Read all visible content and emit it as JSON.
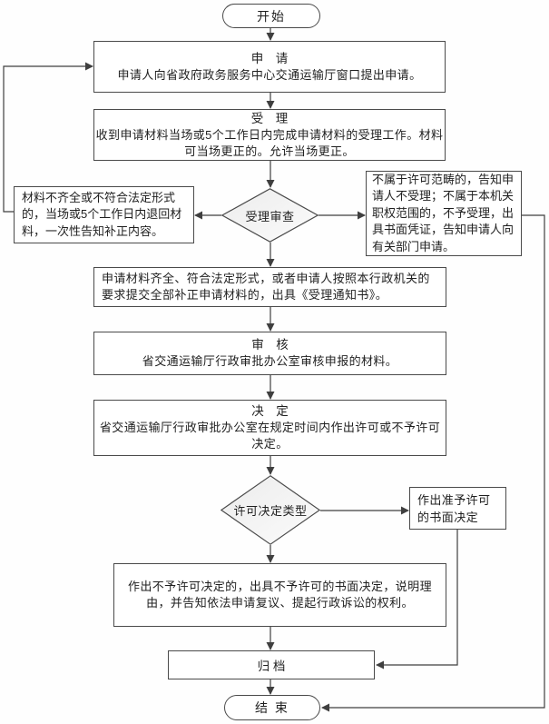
{
  "flow": {
    "start_label": "开始",
    "apply": {
      "title": "申　请",
      "body": "申请人向省政府政务服务中心交通运输厅窗口提出申请。"
    },
    "accept": {
      "title": "受　理",
      "body": "收到申请材料当场或5个工作日内完成申请材料的受理工作。材料可当场更正的。允许当场更正。"
    },
    "review_check_label": "受理审查",
    "incomplete_text": "材料不齐全或不符合法定形式的，当场或5个工作日内退回材料，一次性告知补正内容。",
    "not_in_scope_text": "不属于许可范畴的，告知申请人不受理；不属于本机关职权范围的，不予受理，出具书面凭证，告知申请人向有关部门申请。",
    "complete_text": "申请材料齐全、符合法定形式，或者申请人按照本行政机关的要求提交全部补正申请材料的，出具《受理通知书》。",
    "audit": {
      "title": "审　核",
      "body": "省交通运输厅行政审批办公室审核申报的材料。"
    },
    "decide": {
      "title": "决　定",
      "body": "省交通运输厅行政审批办公室在规定时间内作出许可或不予许可决定。"
    },
    "license_type_label": "许可决定类型",
    "approve_text": "作出准予许可的书面决定",
    "deny_text": "作出不予许可决定的，出具不予许可的书面决定，说明理由，并告知依法申请复议、提起行政诉讼的权利。",
    "archive_label": "归 档",
    "end_label": "结 束"
  },
  "colors": {
    "line": "#3f3f3f",
    "border": "#4a4a4a",
    "text": "#1f1f1f",
    "diamond_fill_top": "#ececec",
    "diamond_fill_bottom": "#fbfbfb"
  }
}
